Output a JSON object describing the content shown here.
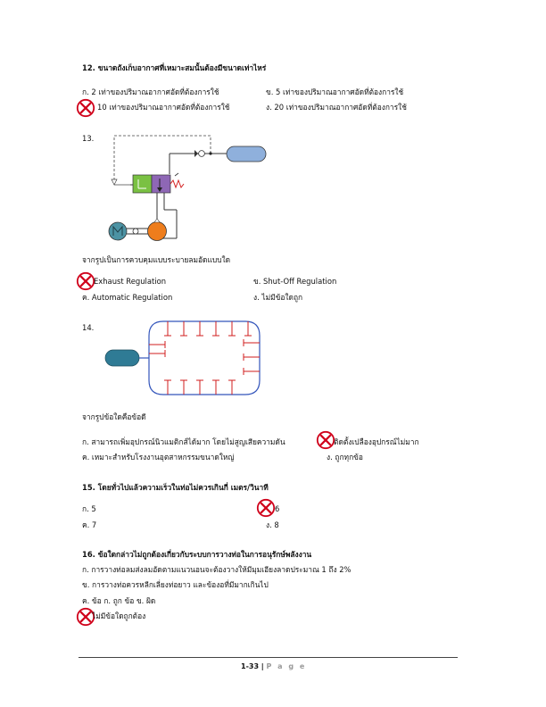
{
  "q12": {
    "question": "12. ขนาดถังเก็บอากาศที่เหมาะสมนั้นต้องมีขนาดเท่าไหร่",
    "opt_a": "ก. 2 เท่าของปริมาณอากาศอัดที่ต้องการใช้",
    "opt_b": "ข. 5 เท่าของปริมาณอากาศอัดที่ต้องการใช้",
    "opt_c": "10 เท่าของปริมาณอากาศอัดที่ต้องการใช้",
    "opt_d": "ง. 20 เท่าของปริมาณอากาศอัดที่ต้องการใช้"
  },
  "q13": {
    "number": "13.",
    "caption": "จากรูปเป็นการควบคุมแบบระบายลมอัดแบบใด",
    "opt_a": "Exhaust Regulation",
    "opt_b": "ข. Shut-Off Regulation",
    "opt_c": "ค. Automatic Regulation",
    "opt_d": "ง. ไม่มีข้อใดถูก"
  },
  "q14": {
    "number": "14.",
    "caption": "จากรูปข้อใดคือข้อดี",
    "opt_a": "ก. สามารถเพิ่มอุปกรณ์นิวแมติกส์ได้มาก โดยไม่สูญเสียความดัน",
    "opt_b": "ติดตั้งเปลืองอุปกรณ์ไม่มาก",
    "opt_c": "ค. เหมาะสำหรับโรงงานอุตสาหกรรมขนาดใหญ่",
    "opt_d": "ง. ถูกทุกข้อ"
  },
  "q15": {
    "question": "15. โดยทั่วไปแล้วความเร็วในท่อไม่ควรเกินกี่ เมตร/วินาที",
    "opt_a": "ก. 5",
    "opt_b": "6",
    "opt_c": "ค. 7",
    "opt_d": "ง. 8"
  },
  "q16": {
    "question": "16. ข้อใดกล่าวไม่ถูกต้องเกี่ยวกับระบบการวางท่อในการอนุรักษ์พลังงาน",
    "opt_a": "ก. การวางท่อลมส่งลมอัดตามแนวนอนจะต้องวางให้มีมุมเอียงลาดประมาณ 1 ถึง 2%",
    "opt_b": "ข. การวางท่อควรหลีกเลี่ยงท่อยาว และข้องอที่มีมากเกินไป",
    "opt_c": "ค. ข้อ ก. ถูก ข้อ ข. ผิด",
    "opt_d": "ไม่มีข้อใดถูกต้อง"
  },
  "footer": {
    "page": "1-33 |",
    "page_word": "P a g e"
  },
  "colors": {
    "wrong_mark": "#d0021b",
    "receiver": "#8fb0dc",
    "tank": "#2f7b95",
    "pump": "#ee7d1c",
    "motor": "#4c93a4",
    "valve_left": "#7ac143",
    "valve_right": "#8e67b5",
    "piping": "#3355bb",
    "branch": "#d21e1e"
  },
  "icons": {
    "wrong_mark": "circled-x-icon"
  }
}
